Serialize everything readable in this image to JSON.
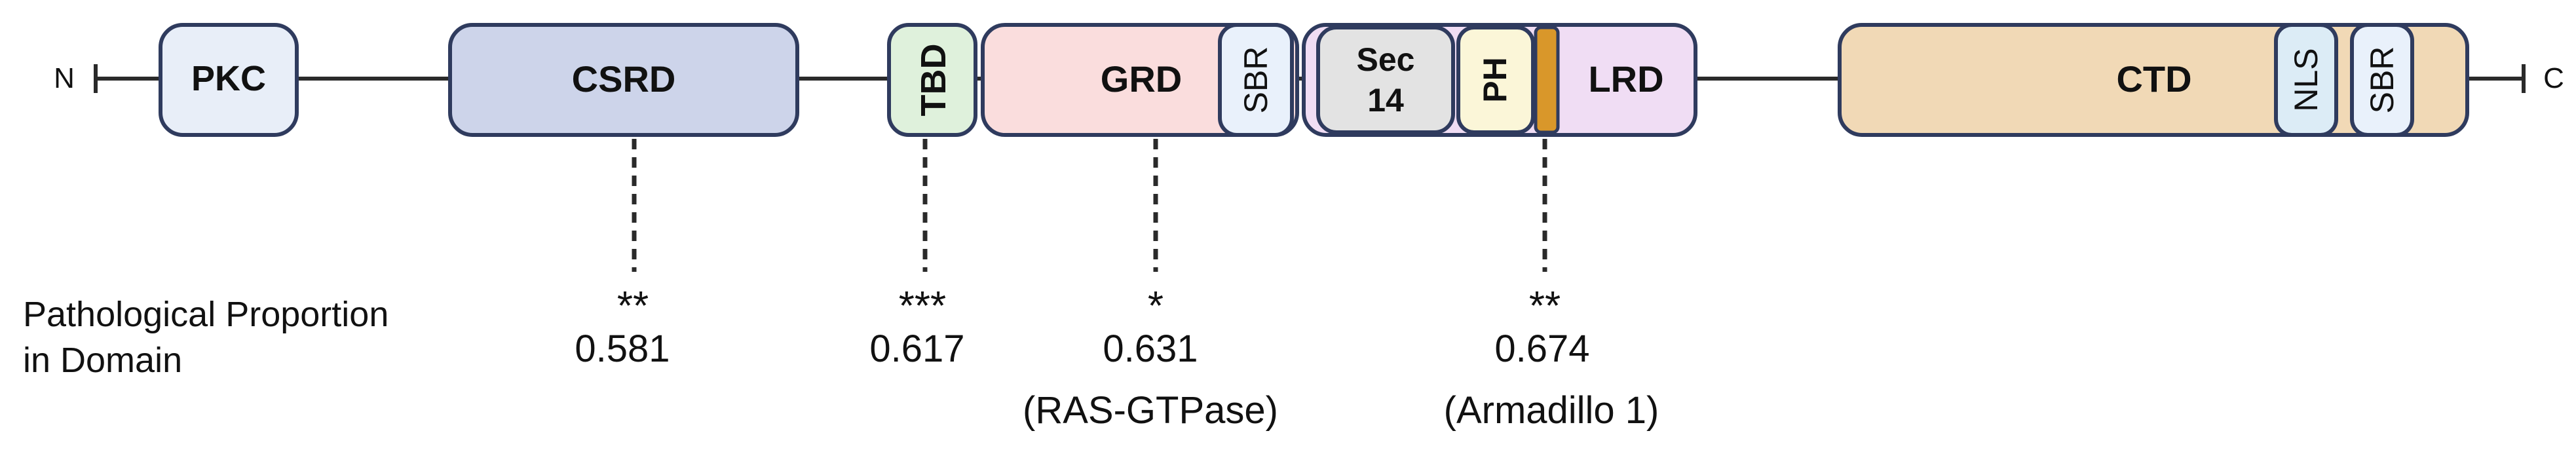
{
  "termini": {
    "n": "N",
    "c": "C"
  },
  "domains": {
    "pkc": "PKC",
    "csrd": "CSRD",
    "tbd": "TBD",
    "grd": "GRD",
    "sbr1": "SBR",
    "sec14": [
      "Sec",
      "14"
    ],
    "ph": "PH",
    "lrd": "LRD",
    "ctd": "CTD",
    "nls": "NLS",
    "sbr2": "SBR"
  },
  "row_label": [
    "Pathological Proportion",
    "in Domain"
  ],
  "annotations": [
    {
      "stars": "**",
      "value": "0.581",
      "note": ""
    },
    {
      "stars": "***",
      "value": "0.617",
      "note": ""
    },
    {
      "stars": "*",
      "value": "0.631",
      "note": "(RAS-GTPase)"
    },
    {
      "stars": "**",
      "value": "0.674",
      "note": "(Armadillo 1)"
    }
  ],
  "colors": {
    "outline": "#2f3b5e",
    "pkc": "#e8eef8",
    "csrd": "#cdd4ea",
    "tbd": "#dff1dc",
    "grd": "#fadddd",
    "sbr": "#e9f1fb",
    "sec14": "#e3e3e3",
    "ph": "#fbf6d8",
    "lrd": "#f0ddf4",
    "armadillo": "#d9972a",
    "ctd": "#f1d9b6",
    "nls": "#dcecf6"
  }
}
